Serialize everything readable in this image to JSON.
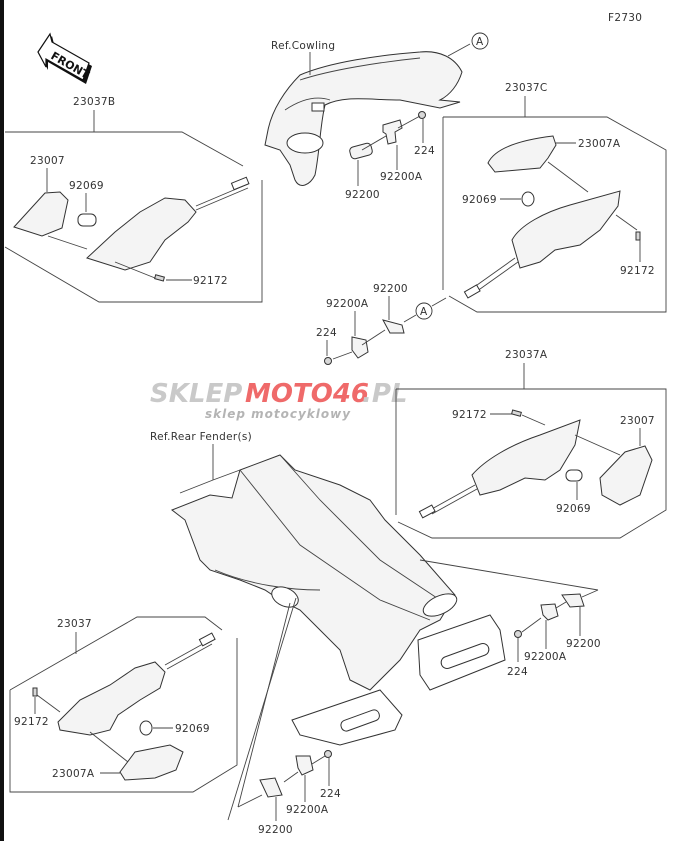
{
  "diagram": {
    "figure_code": "F2730",
    "front_arrow_label": "FRONT",
    "references": {
      "cowling": "Ref.Cowling",
      "rear_fender": "Ref.Rear Fender(s)"
    },
    "connector_marker": "A",
    "watermark": {
      "brand_grey": "SKLEP",
      "brand_red": "MOTO46",
      "domain": ".PL",
      "tagline": "sklep motocyklowy"
    },
    "groups": {
      "front_left": {
        "assembly": "23037B",
        "lens": "23007",
        "bulb": "92069",
        "screw": "92172"
      },
      "front_right": {
        "assembly": "23037C",
        "lens": "23007A",
        "bulb": "92069",
        "screw": "92172"
      },
      "rear_right": {
        "assembly": "23037A",
        "lens": "23007",
        "bulb": "92069",
        "screw": "92172"
      },
      "rear_left": {
        "assembly": "23037",
        "lens": "23007A",
        "bulb": "92069",
        "screw": "92172"
      }
    },
    "mounts": {
      "front_center": {
        "plate": "92200",
        "bracket": "92200A",
        "bolt": "224"
      },
      "front_right": {
        "plate": "92200",
        "bracket": "92200A",
        "bolt": "224"
      },
      "rear_right": {
        "plate": "92200",
        "bracket": "92200A",
        "bolt": "224"
      },
      "rear_bottom": {
        "plate": "92200",
        "bracket": "92200A",
        "bolt": "224"
      }
    },
    "colors": {
      "line": "#333333",
      "watermark_red": "#ef6a6a",
      "watermark_grey": "#c9c9c9"
    }
  }
}
